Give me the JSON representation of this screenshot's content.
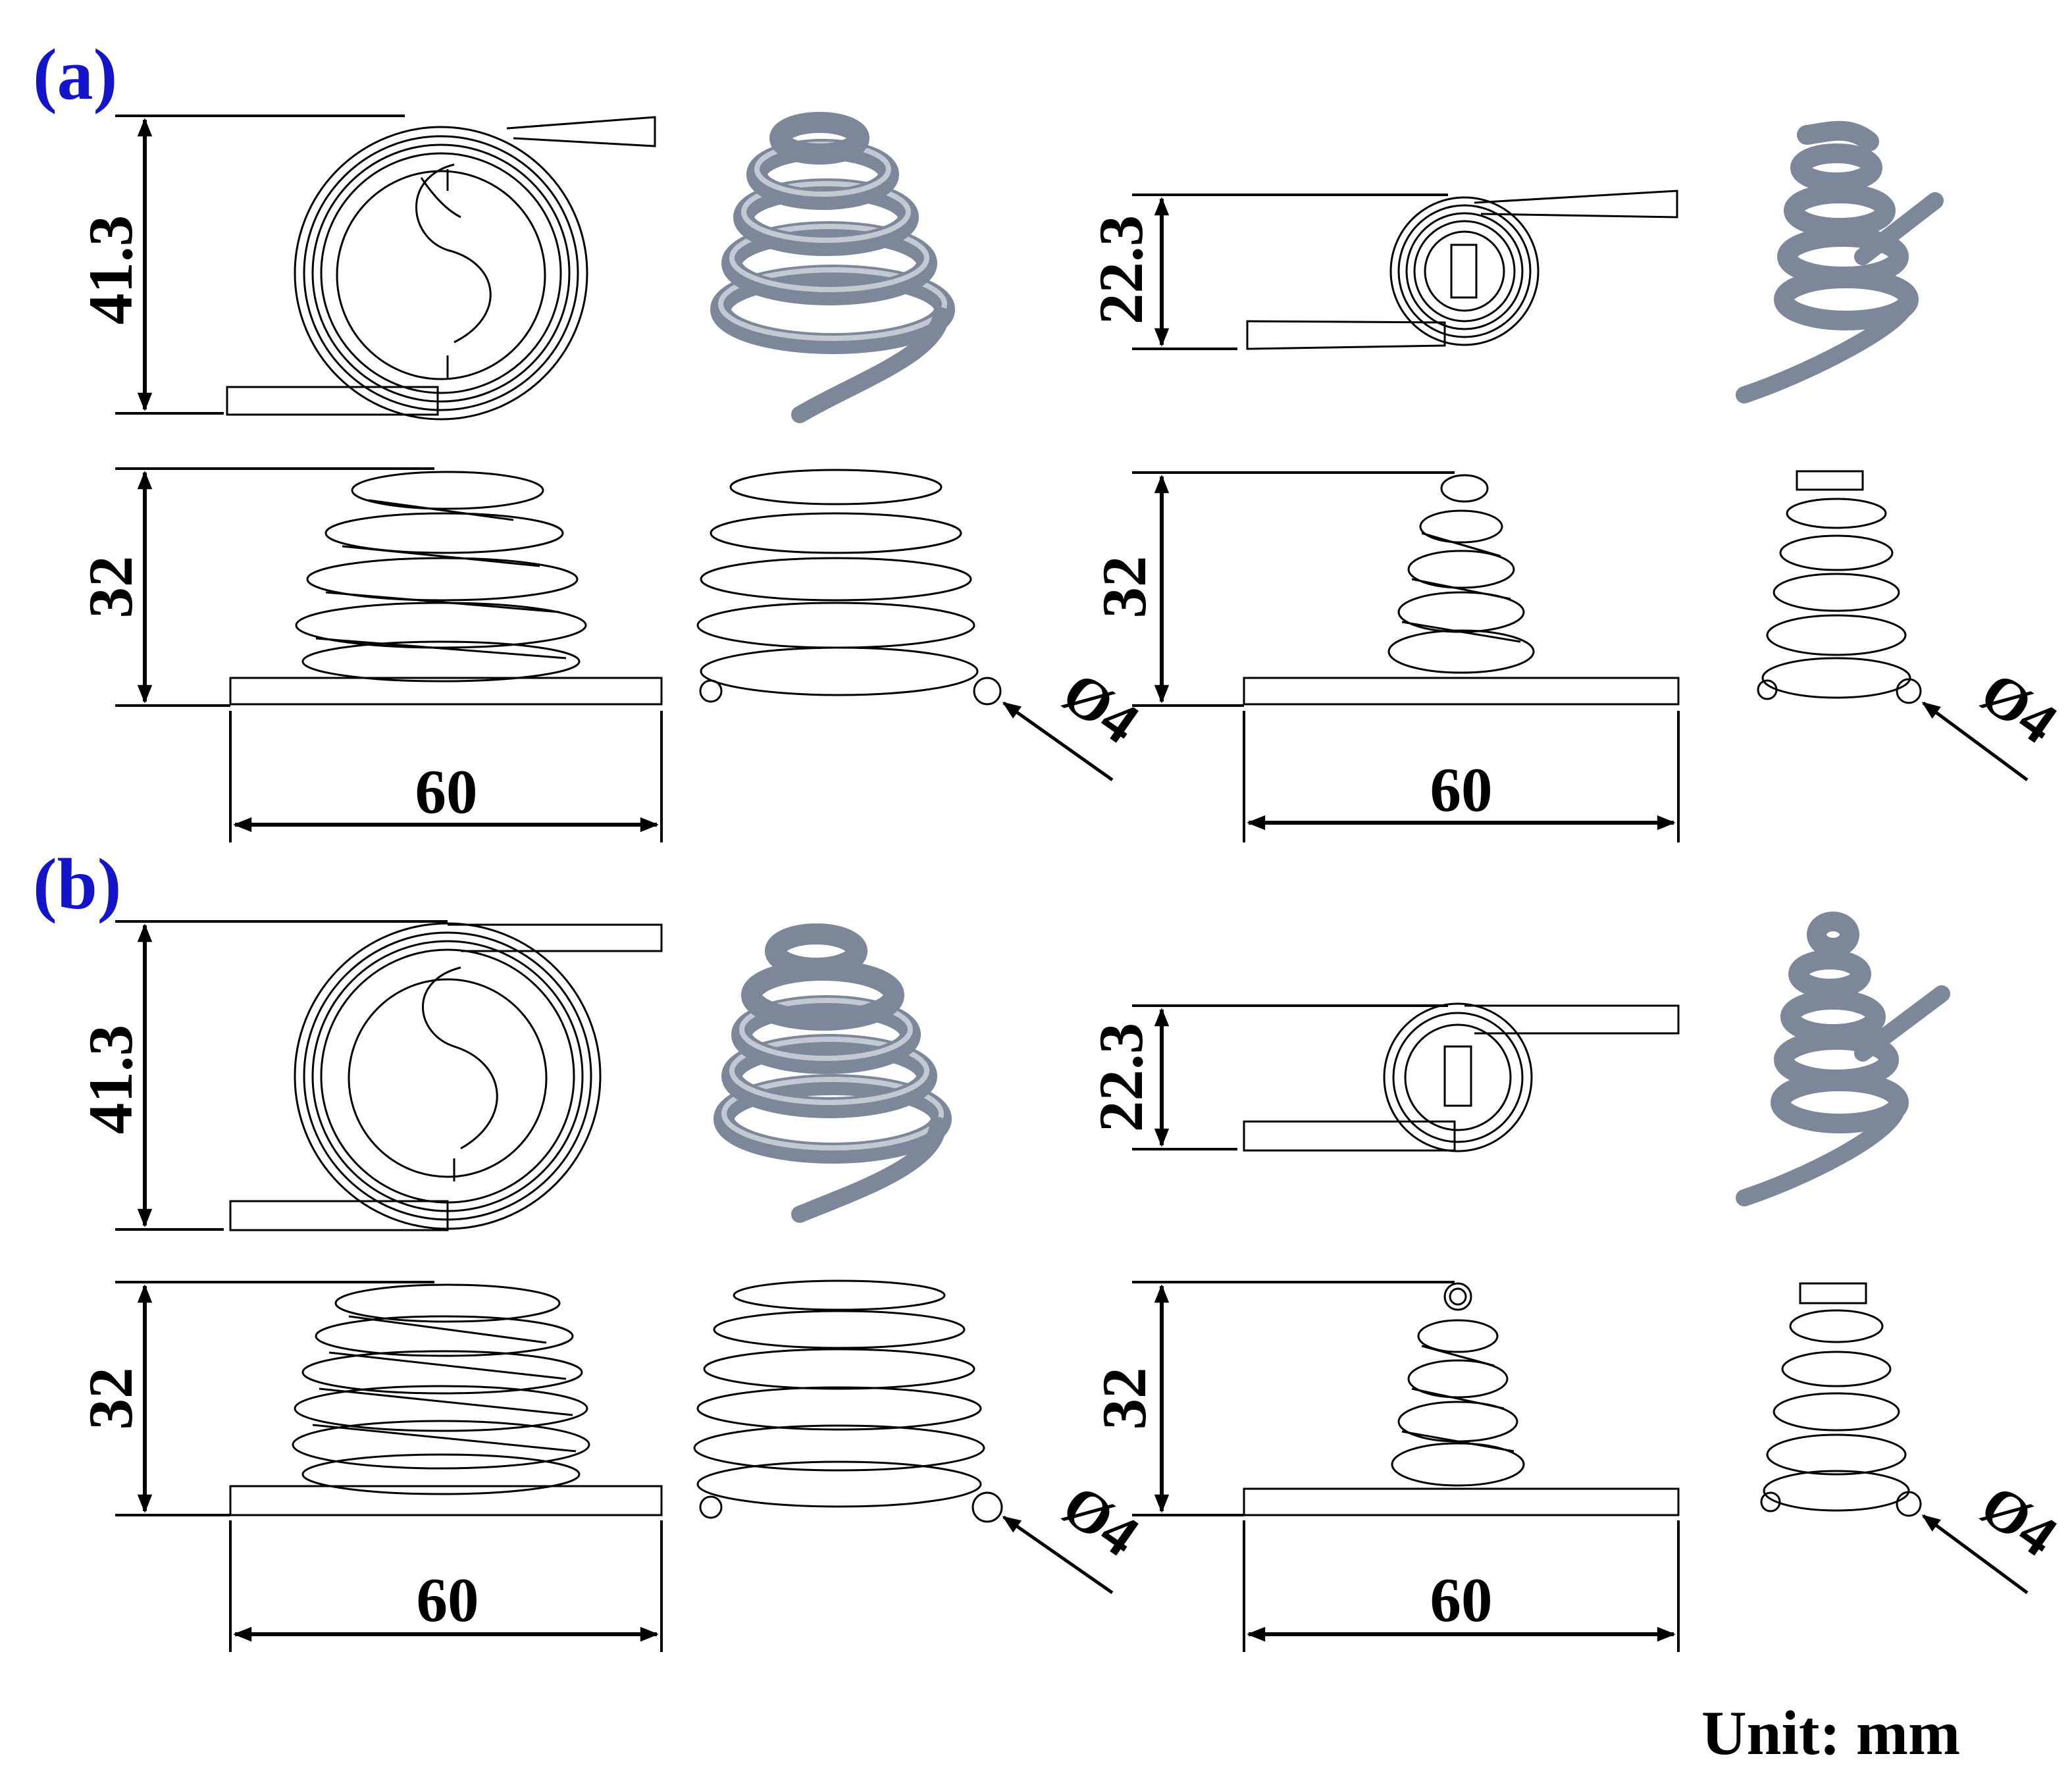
{
  "panel_a": {
    "label": "(a)"
  },
  "panel_b": {
    "label": "(b)"
  },
  "dims": {
    "height_large": "41.3",
    "height_small": "22.3",
    "height_side": "32",
    "width": "60",
    "wire_diameter": "Ø4"
  },
  "unit": "Unit: mm",
  "colors": {
    "panel_label": "#1414c8",
    "line": "#000000",
    "spring_render": "#7c8799"
  }
}
